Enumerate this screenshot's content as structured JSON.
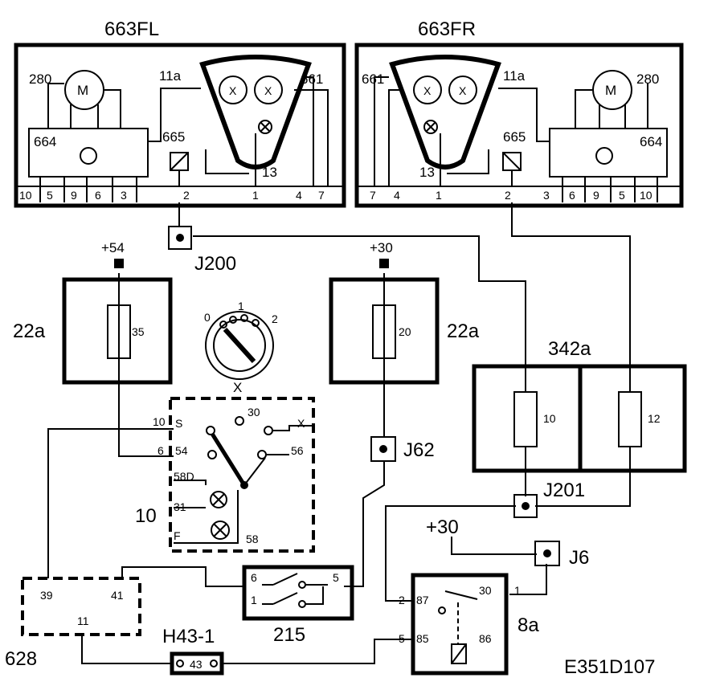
{
  "modules": {
    "left": {
      "name": "663FL",
      "motor": "M",
      "motor_num": "280",
      "ctrl": "664",
      "relay": "665",
      "lamp_term": "11a",
      "lamp_num": "661",
      "term13": "13",
      "pins": [
        "10",
        "5",
        "9",
        "6",
        "3",
        "2",
        "1",
        "4",
        "7"
      ]
    },
    "right": {
      "name": "663FR",
      "motor": "M",
      "motor_num": "280",
      "ctrl": "664",
      "relay": "665",
      "lamp_term": "11a",
      "lamp_num": "661",
      "term13": "13",
      "pins": [
        "7",
        "4",
        "1",
        "2",
        "3",
        "6",
        "9",
        "5",
        "10"
      ]
    }
  },
  "bulb_x": "X",
  "junctions": {
    "j200": "J200",
    "j62": "J62",
    "j201": "J201",
    "j6": "J6"
  },
  "supplies": {
    "plus54": "+54",
    "plus30_top": "+30",
    "plus30_mid": "+30"
  },
  "fuse_boxes": {
    "left": {
      "name": "22a",
      "fuse": "35"
    },
    "right": {
      "name": "22a",
      "fuse": "20"
    },
    "f342a": {
      "name": "342a",
      "fuse1": "10",
      "fuse2": "12"
    }
  },
  "dial": {
    "pos0": "0",
    "pos1": "1",
    "pos2": "2"
  },
  "switch10": {
    "name": "10",
    "t30": "30",
    "tx": "X",
    "t56": "56",
    "tS": "S",
    "t54": "54",
    "t58D": "58D",
    "t31": "31",
    "tF": "F",
    "t58": "58",
    "w10": "10",
    "w6": "6"
  },
  "module628": {
    "name": "628",
    "p39": "39",
    "p41": "41",
    "p11": "11"
  },
  "h43": {
    "name": "H43-1",
    "pin": "43"
  },
  "relay215": {
    "name": "215",
    "p6": "6",
    "p5": "5",
    "p1": "1"
  },
  "relay8a": {
    "name": "8a",
    "p87": "87",
    "p30": "30",
    "p85": "85",
    "p86": "86",
    "w2": "2",
    "w1": "1",
    "w5": "5"
  },
  "code": "E351D107"
}
